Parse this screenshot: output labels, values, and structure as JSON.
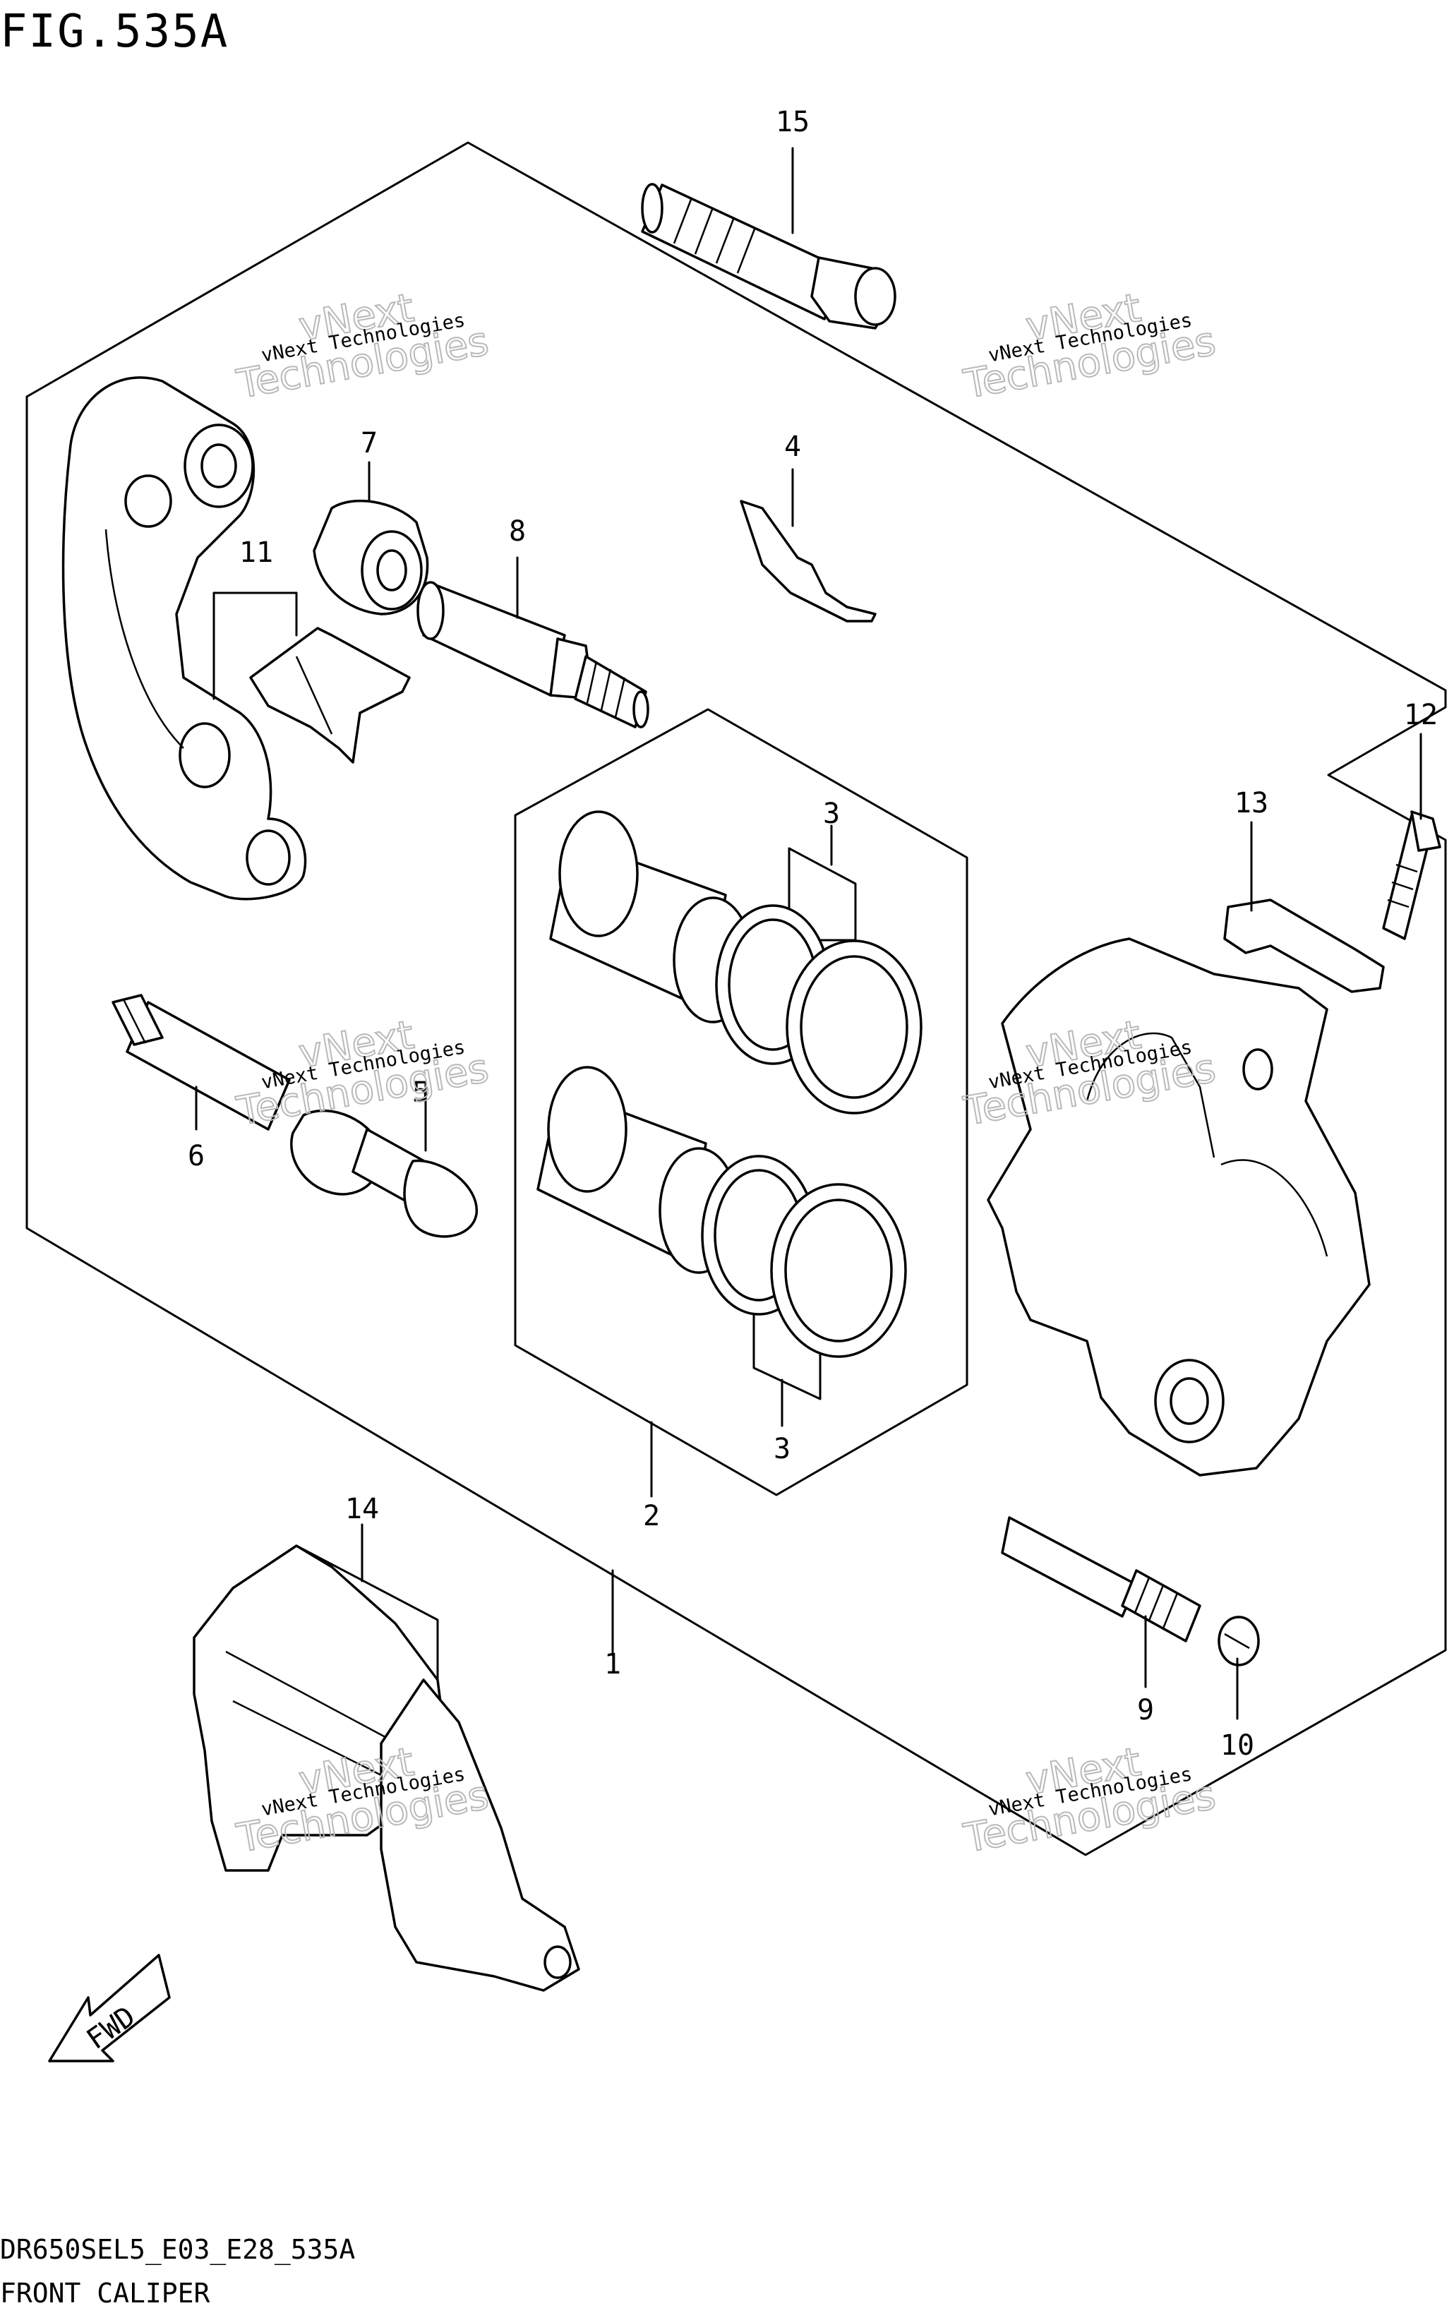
{
  "figure": {
    "title": "FIG.535A",
    "code": "DR650SEL5_E03_E28_535A",
    "name": "FRONT CALIPER",
    "fwd_label": "FWD"
  },
  "callouts": [
    {
      "id": "c1",
      "label": "1"
    },
    {
      "id": "c2",
      "label": "2"
    },
    {
      "id": "c3a",
      "label": "3"
    },
    {
      "id": "c3b",
      "label": "3"
    },
    {
      "id": "c4",
      "label": "4"
    },
    {
      "id": "c5",
      "label": "5"
    },
    {
      "id": "c6",
      "label": "6"
    },
    {
      "id": "c7",
      "label": "7"
    },
    {
      "id": "c8",
      "label": "8"
    },
    {
      "id": "c9",
      "label": "9"
    },
    {
      "id": "c10",
      "label": "10"
    },
    {
      "id": "c11",
      "label": "11"
    },
    {
      "id": "c12",
      "label": "12"
    },
    {
      "id": "c13",
      "label": "13"
    },
    {
      "id": "c14",
      "label": "14"
    },
    {
      "id": "c15",
      "label": "15"
    }
  ],
  "watermark": {
    "small_text": "vNext Technologies",
    "big_line1": "vNext",
    "big_line2": "Technologies"
  }
}
